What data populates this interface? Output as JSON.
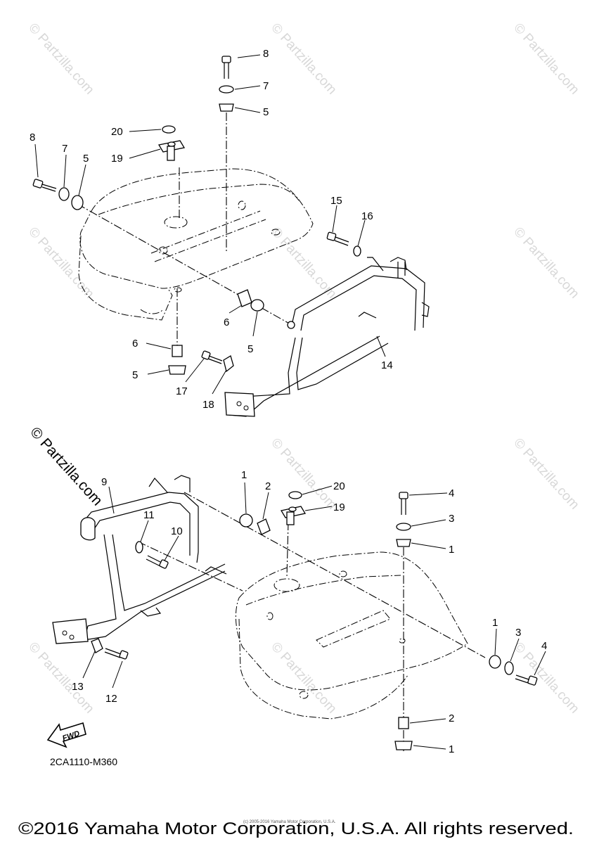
{
  "diagram": {
    "drawing_code": "2CA1110-M360",
    "fwd_label": "FWD",
    "copyright": "©2016 Yamaha Motor Corporation, U.S.A. All rights reserved.",
    "copyright_small": "(c) 2005-2016 Yamaha Motor Corporation, U.S.A.",
    "watermark": "© Partzilla.com",
    "callouts_top": [
      "8",
      "7",
      "5",
      "20",
      "19",
      "8",
      "7",
      "5",
      "15",
      "16",
      "6",
      "5",
      "6",
      "5",
      "17",
      "18",
      "14"
    ],
    "callouts_bottom": [
      "9",
      "1",
      "2",
      "20",
      "19",
      "4",
      "3",
      "1",
      "11",
      "10",
      "13",
      "12",
      "1",
      "3",
      "4",
      "2",
      "1"
    ]
  }
}
